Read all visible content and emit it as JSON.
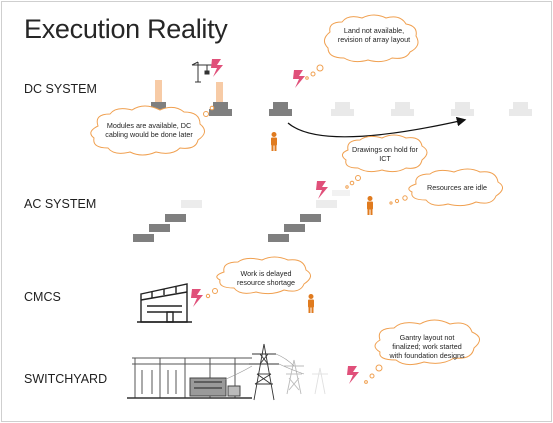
{
  "title": "Execution Reality",
  "systems": {
    "dc": "DC SYSTEM",
    "ac": "AC SYSTEM",
    "cmcs": "CMCS",
    "switchyard": "SWITCHYARD"
  },
  "callouts": {
    "land": "Land not available, revision of array layout",
    "modules": "Modules are available, DC cabling would be done later",
    "drawings": "Drawings on hold for ICT",
    "resources": "Resources are idle",
    "work_delayed": "Work is delayed resource shortage",
    "gantry": "Gantry layout not finalized; work started with foundation designs"
  },
  "colors": {
    "cloud_stroke": "#f0a050",
    "cloud_fill": "#ffffff",
    "lightning": "#e0507a",
    "block_dark": "#7f7f7f",
    "block_light": "#e6e6e6",
    "worker": "#e07b1f",
    "pile": "#f7cba6"
  },
  "icons": [
    "lightning-icon",
    "worker-icon",
    "crane-icon",
    "building-icon",
    "tower-icon",
    "substation-icon"
  ]
}
